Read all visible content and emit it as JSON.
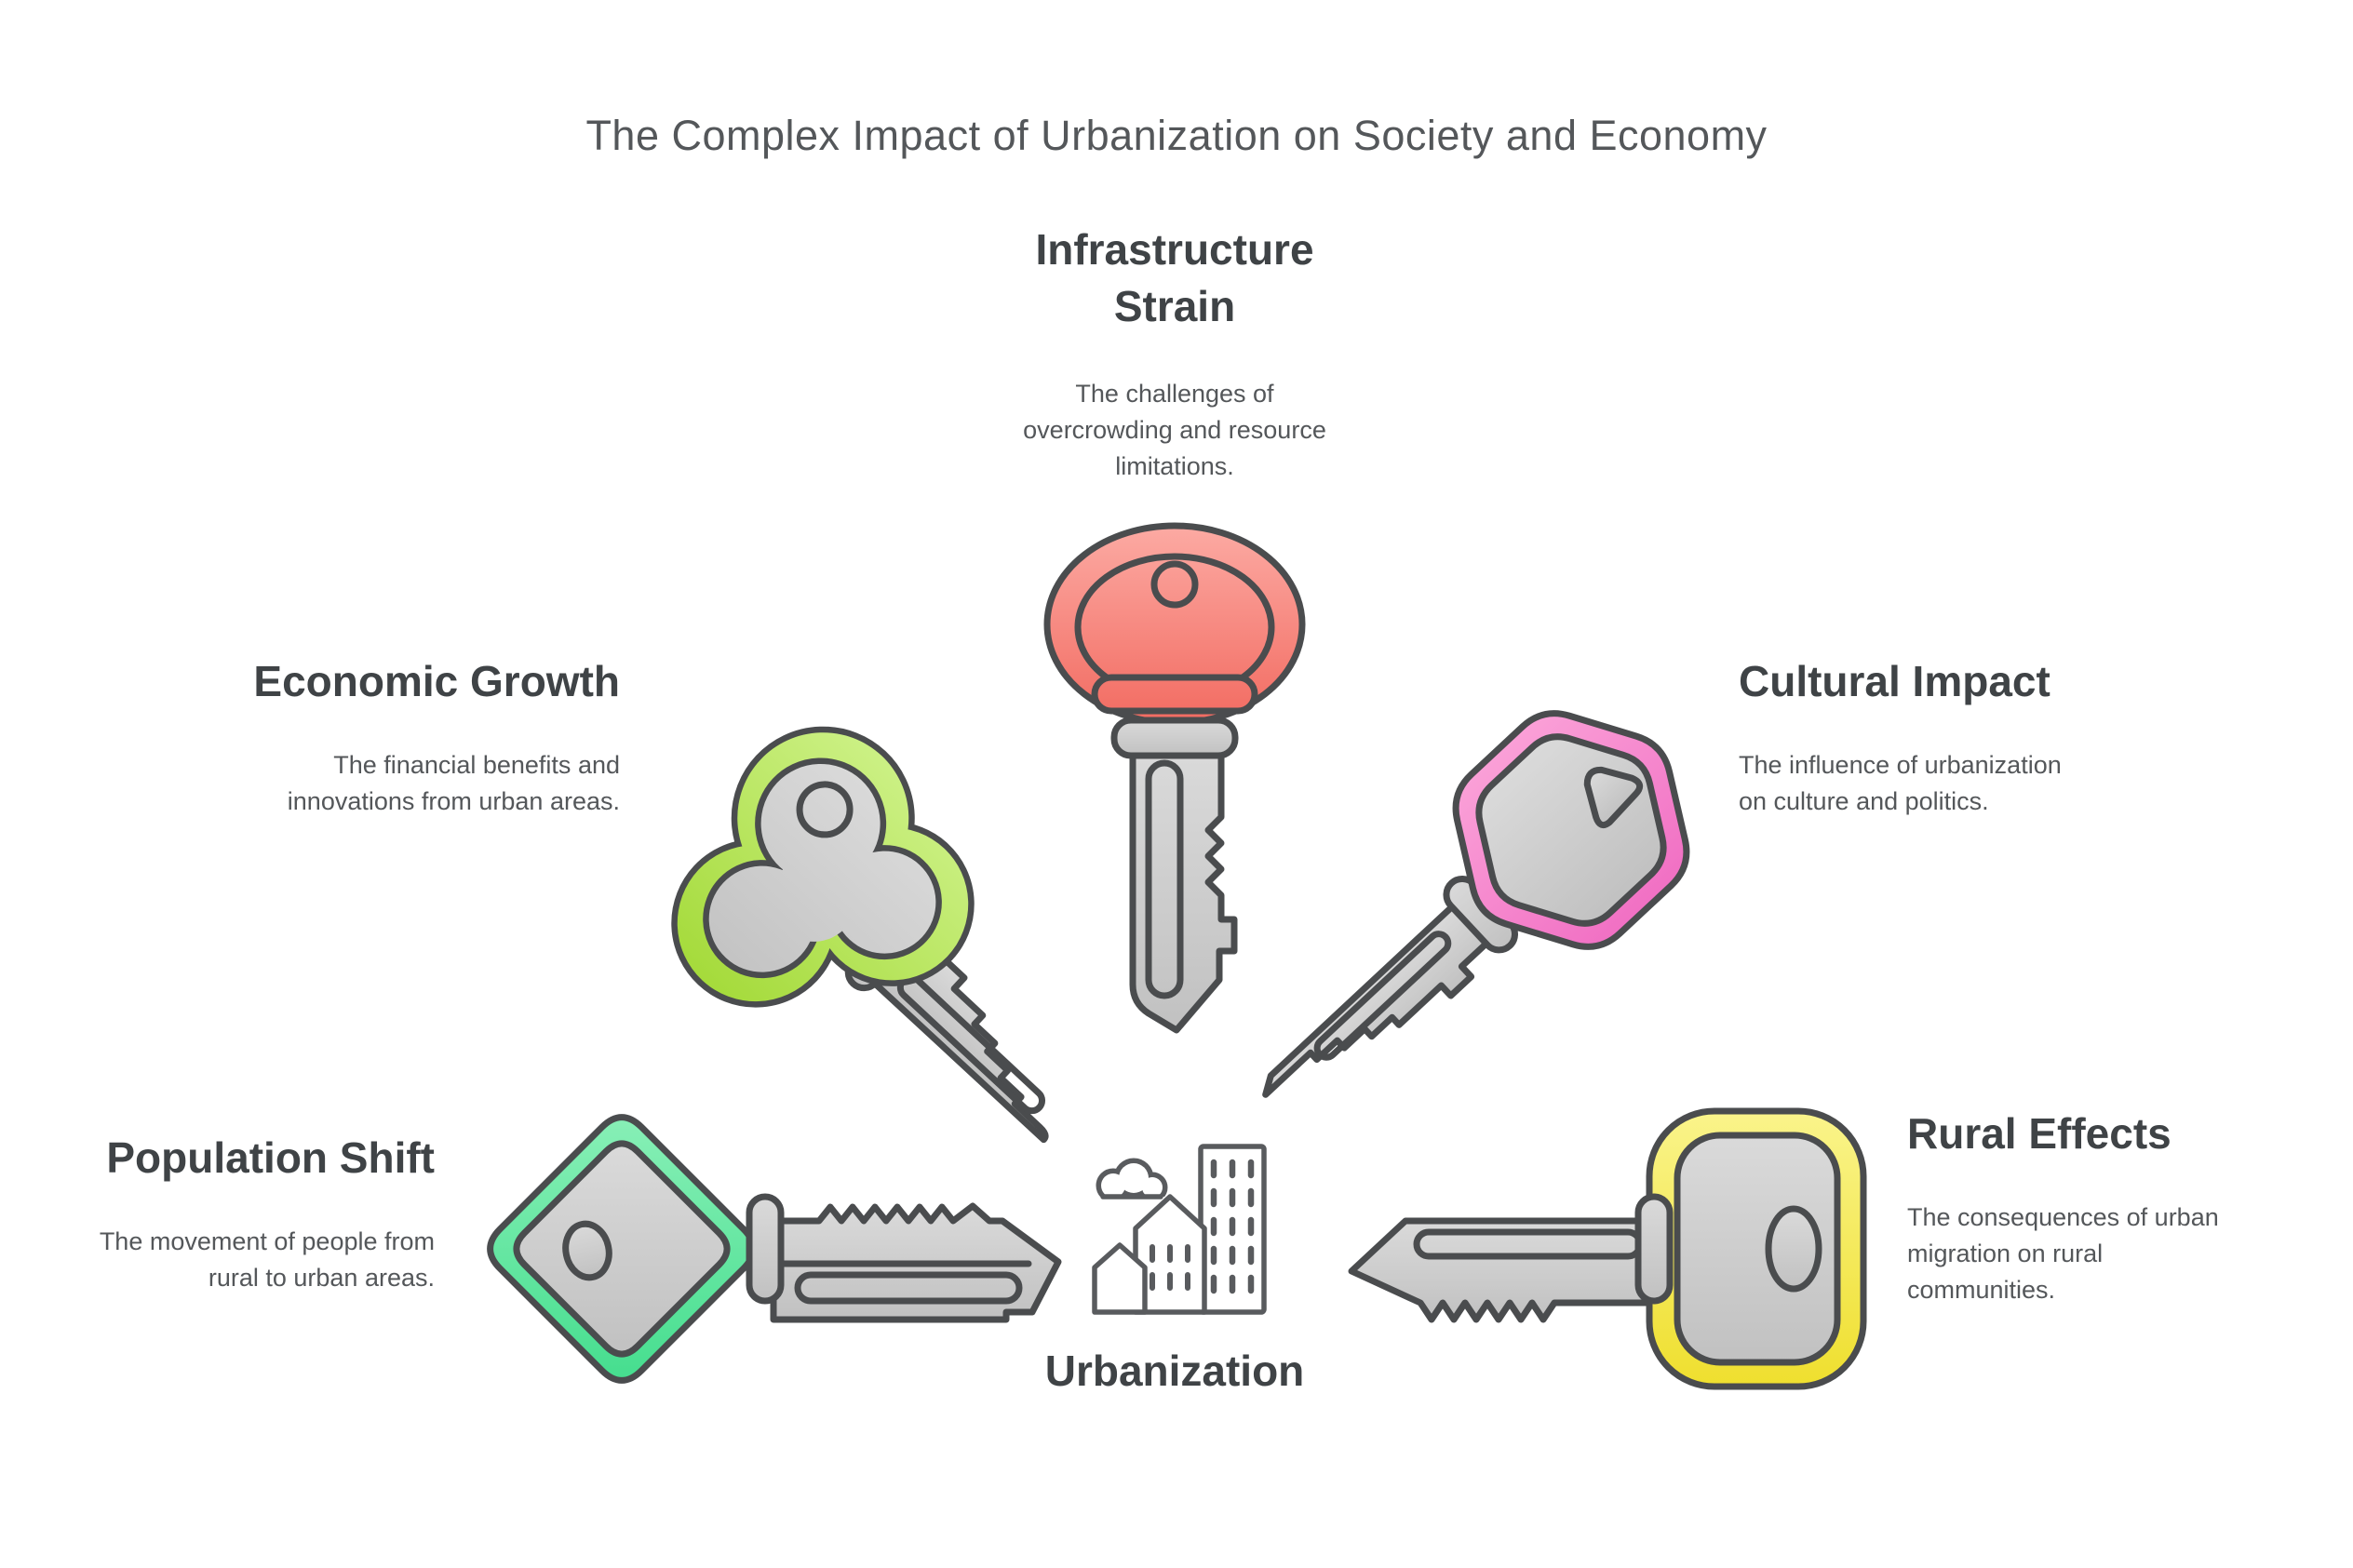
{
  "title": "The Complex Impact of Urbanization on Society and Economy",
  "center": {
    "label": "Urbanization",
    "icon": "city-buildings-icon"
  },
  "nodes": [
    {
      "id": "infrastructure-strain",
      "title": "Infrastructure\nStrain",
      "description": "The challenges of\novercrowding and resource\nlimitations.",
      "icon": "key-icon",
      "key_color": "red",
      "position": "top"
    },
    {
      "id": "economic-growth",
      "title": "Economic Growth",
      "description": "The financial benefits and\ninnovations from urban areas.",
      "icon": "key-icon",
      "key_color": "green",
      "position": "upper-left"
    },
    {
      "id": "cultural-impact",
      "title": "Cultural Impact",
      "description": "The influence of urbanization\non culture and politics.",
      "icon": "key-icon",
      "key_color": "pink",
      "position": "upper-right"
    },
    {
      "id": "population-shift",
      "title": "Population Shift",
      "description": "The movement of people from\nrural to urban areas.",
      "icon": "key-icon",
      "key_color": "teal",
      "position": "lower-left"
    },
    {
      "id": "rural-effects",
      "title": "Rural Effects",
      "description": "The consequences of urban\nmigration on rural\ncommunities.",
      "icon": "key-icon",
      "key_color": "yellow",
      "position": "lower-right"
    }
  ],
  "colors": {
    "outline": "#4a4c4e",
    "heading_text": "#3f4346",
    "body_text": "#54575a",
    "red_top": "#fcaaa3",
    "red_bot": "#f26b61",
    "green_top": "#cbf083",
    "green_bot": "#a4da39",
    "pink_top": "#fba4d9",
    "pink_bot": "#f06cc2",
    "teal_top": "#8af0b8",
    "teal_bot": "#43dd8d",
    "yellow_top": "#faf48b",
    "yellow_bot": "#efdf2e",
    "metal_top": "#dadada",
    "metal_bot": "#c1c1c1"
  }
}
